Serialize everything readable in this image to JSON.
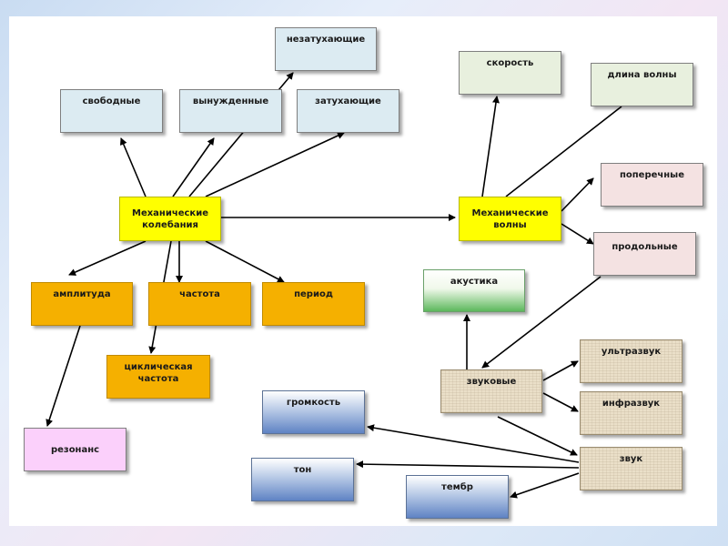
{
  "nodes": {
    "nezatukhayushchie": "незатухающие",
    "svobodnye": "свободные",
    "vynuzhdennye": "вынужденные",
    "zatukhayushchie": "затухающие",
    "mekh_kolebaniya": "Механические колебания",
    "amplituda": "амплитуда",
    "chastota": "частота",
    "period": "период",
    "tsiklicheskaya_chastota": "циклическая частота",
    "rezonans": "резонанс",
    "skorost": "скорость",
    "dlina_volny": "длина волны",
    "poperechnye": "поперечные",
    "mekh_volny": "Механические волны",
    "prodolnye": "продольные",
    "akustika": "акустика",
    "zvukovye": "звуковые",
    "ultrazvuk": "ультразвук",
    "infrazvuk": "инфразвук",
    "gromkost": "громкость",
    "zvuk": "звук",
    "ton": "тон",
    "tembr": "тембр"
  },
  "colors": {
    "arrow": "#000000",
    "yellow": "#ffff00",
    "orange": "#f5b000",
    "light_blue": "#dcebf2"
  }
}
